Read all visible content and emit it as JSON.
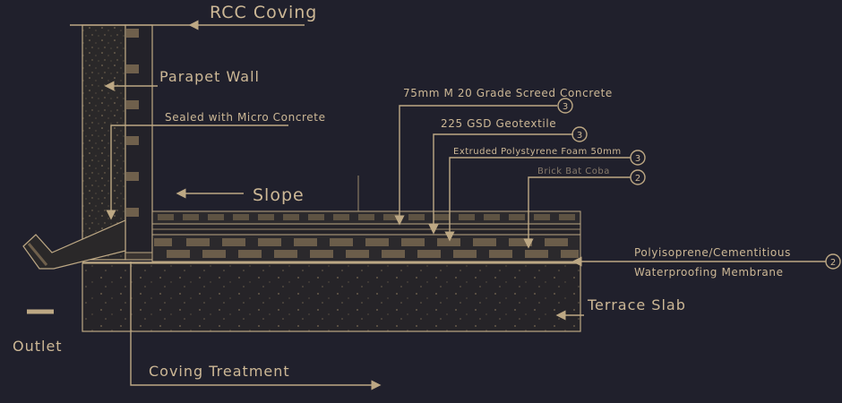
{
  "labels": {
    "rcc_coving": "RCC Coving",
    "parapet_wall": "Parapet Wall",
    "sealed": "Sealed with Micro Concrete",
    "slope": "Slope",
    "screed": "75mm M 20 Grade Screed Concrete",
    "geotextile": "225 GSD Geotextile",
    "xps": "Extruded Polystyrene Foam 50mm",
    "brick_bat": "Brick Bat Coba",
    "membrane_1": "Polyisoprene/Cementitious",
    "membrane_2": "Waterproofing Membrane",
    "terrace_slab": "Terrace Slab",
    "outlet": "Outlet",
    "coving_treatment": "Coving Treatment"
  },
  "callouts": {
    "screed": "3",
    "geotextile": "3",
    "xps": "3",
    "brick_bat": "2",
    "membrane": "2"
  },
  "colors": {
    "background": "#20202c",
    "line": "#bda884",
    "text": "#cdb896",
    "fill_dark": "#2c2a2d"
  }
}
